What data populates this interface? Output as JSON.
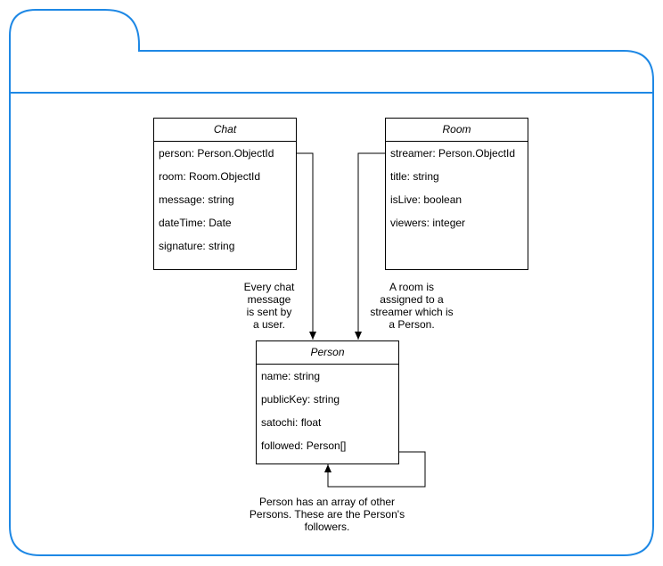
{
  "colors": {
    "frame_stroke": "#1e88e5",
    "line_stroke": "#000000",
    "box_fill": "#ffffff"
  },
  "classes": {
    "chat": {
      "title": "Chat",
      "attributes": [
        "person: Person.ObjectId",
        "room: Room.ObjectId",
        "message: string",
        "dateTime: Date",
        "signature: string"
      ]
    },
    "room": {
      "title": "Room",
      "attributes": [
        "streamer: Person.ObjectId",
        "title: string",
        "isLive: boolean",
        "viewers: integer"
      ]
    },
    "person": {
      "title": "Person",
      "attributes": [
        "name: string",
        "publicKey: string",
        "satochi: float",
        "followed: Person[]"
      ]
    }
  },
  "notes": {
    "chat_person": [
      "Every chat",
      "message",
      "is sent by",
      "a user."
    ],
    "room_person": [
      "A room is",
      "assigned to a",
      "streamer which is",
      "a Person."
    ],
    "person_self": [
      "Person has an array of other",
      "Persons. These are the Person's",
      "followers."
    ]
  }
}
